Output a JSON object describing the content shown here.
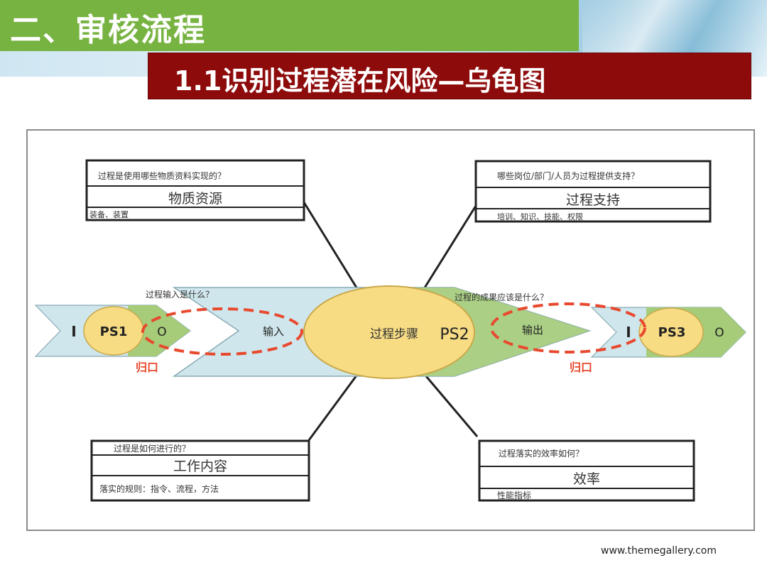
{
  "header": {
    "section_title": "二、审核流程",
    "subtitle": "1.1识别过程潜在风险—乌龟图"
  },
  "diagram": {
    "material": {
      "question": "过程是使用哪些物质资料实现的？",
      "title": "物质资源",
      "detail": "装备、装置"
    },
    "support": {
      "question": "哪些岗位/部门/人员为过程提供支持？",
      "title": "过程支持",
      "detail": "培训、知识、技能、权限"
    },
    "work": {
      "question": "过程是如何进行的？",
      "title": "工作内容",
      "detail": "落实的规则：指令、流程，方法"
    },
    "efficiency": {
      "question": "过程落实的效率如何？",
      "title": "效率",
      "detail": "性能指标"
    },
    "flow": {
      "input_question": "过程输入是什么？",
      "output_question": "过程的成果应该是什么？",
      "input_label": "输入",
      "output_label": "输出",
      "process_step": "过程步骤",
      "ps1": "PS1",
      "ps2": "PS2",
      "ps3": "PS3",
      "i_left": "I",
      "o_left": "O",
      "i_right": "I",
      "o_right": "O",
      "return_left": "归口",
      "return_right": "归口"
    }
  },
  "footer": {
    "url": "www.themegallery.com"
  },
  "colors": {
    "section_green": "#77b341",
    "subtitle_red": "#8e0b0b",
    "arrow_blue": "#cfe6ec",
    "arrow_green": "#a6cc7a",
    "ellipse_yellow": "#f7dc84",
    "dash_red": "#e8492e"
  }
}
